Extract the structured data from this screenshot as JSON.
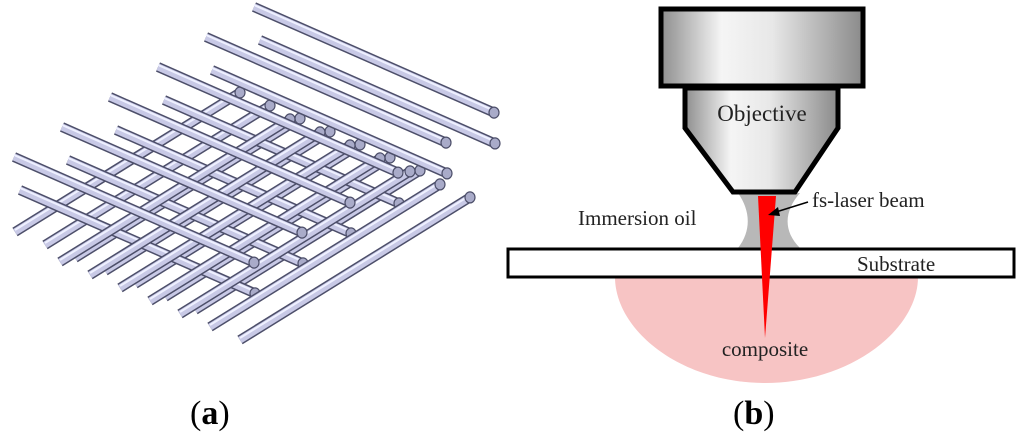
{
  "panel_a": {
    "caption_open": "(",
    "caption_letter": "a",
    "caption_close": ")",
    "rod_color": "#c8c9e6",
    "rod_edge_color": "#4d4f6a"
  },
  "panel_b": {
    "caption_open": "(",
    "caption_letter": "b",
    "caption_close": ")",
    "labels": {
      "objective": "Objective",
      "laser": "fs-laser beam",
      "oil": "Immersion oil",
      "substrate": "Substrate",
      "composite": "composite"
    },
    "colors": {
      "laser": "#ff0000",
      "composite": "#f7c4c4",
      "oil": "#b8b8b8",
      "objective_light": "#f2f2f2",
      "objective_dark": "#9a9a9a"
    }
  }
}
